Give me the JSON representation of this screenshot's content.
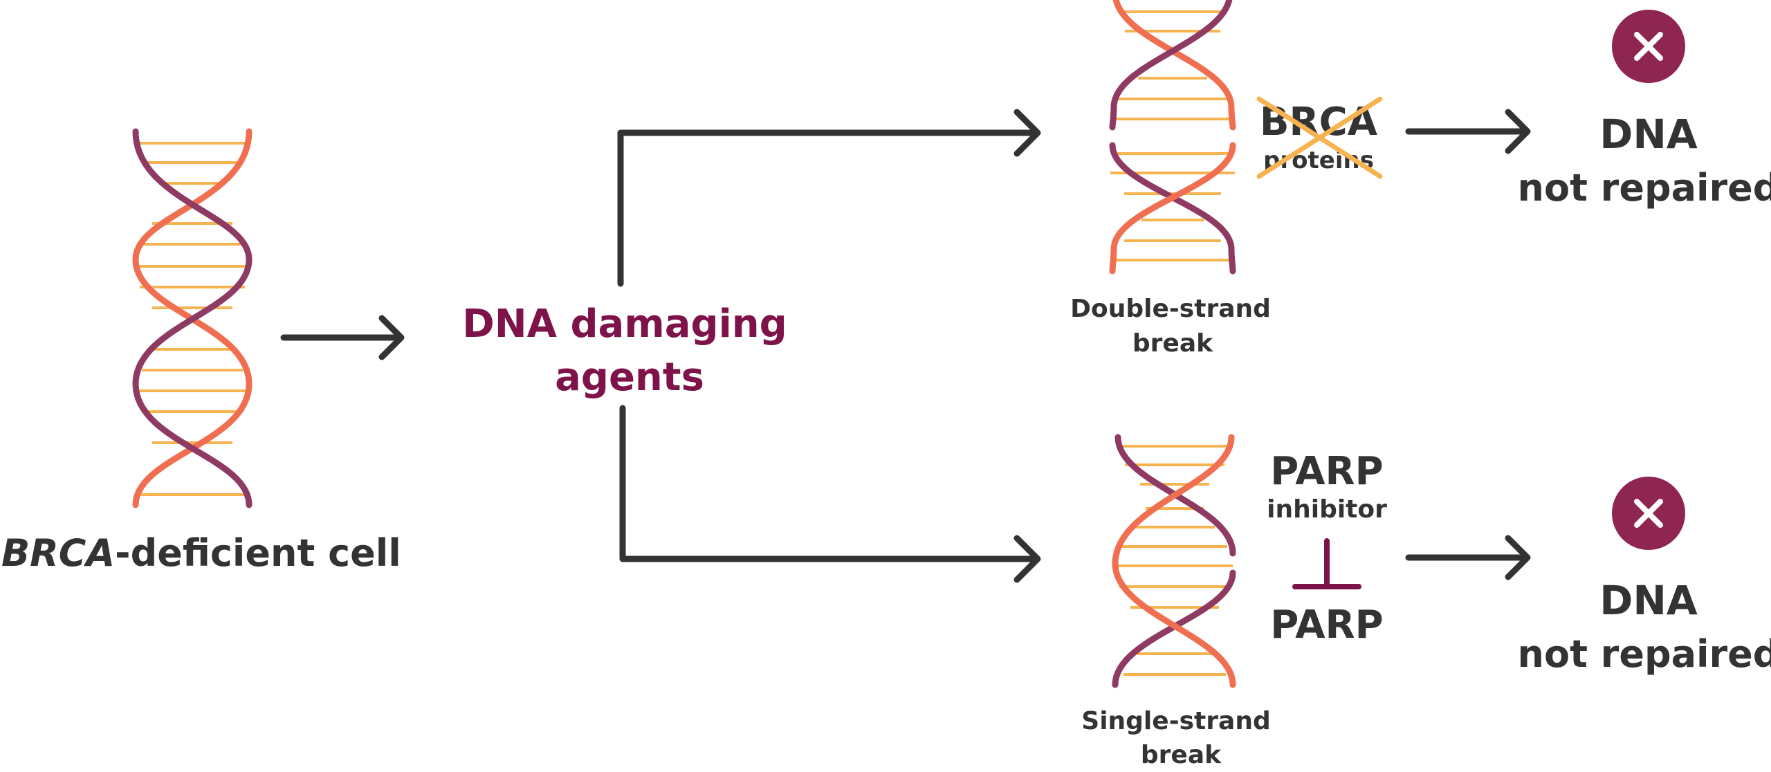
{
  "labels": {
    "brca_prefix": "BRCA",
    "brca_suffix": "-deficient cell",
    "agents_line1": "DNA damaging",
    "agents_line2": "agents",
    "double_line1": "Double-strand",
    "double_line2": "break",
    "single_line1": "Single-strand",
    "single_line2": "break",
    "brca_line1": "BRCA",
    "brca_line2": "proteins",
    "parp_inhibitor_line1": "PARP",
    "parp_inhibitor_line2": "inhibitor",
    "parp": "PARP",
    "outcome_top_line1": "DNA",
    "outcome_top_line2": "not repaired",
    "outcome_bottom_line1": "DNA",
    "outcome_bottom_line2": "not repaired"
  },
  "colors": {
    "strand_dark": "#8e3a63",
    "strand_light": "#ef6f50",
    "rung": "#f7b350",
    "arrow": "#333333",
    "accent": "#7d1349",
    "text": "#333333",
    "cross": "#f7b350"
  },
  "icons": {
    "fail": "x-circle-icon",
    "inhibit": "inhibition-t-icon"
  }
}
